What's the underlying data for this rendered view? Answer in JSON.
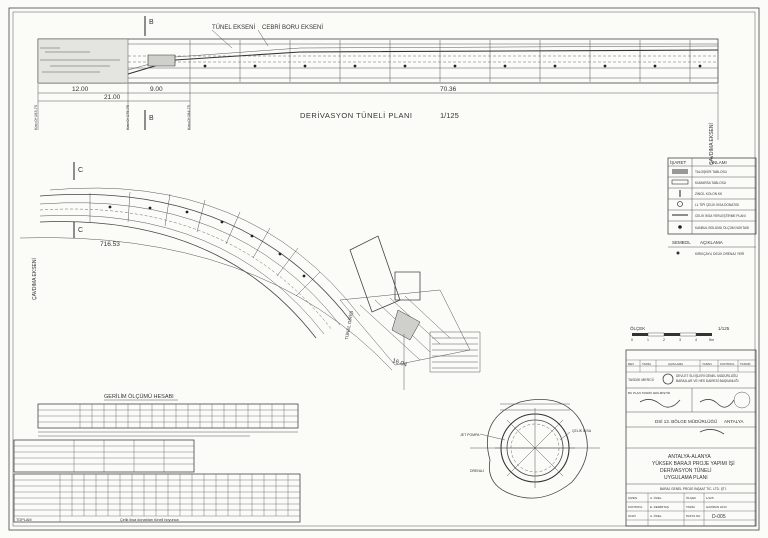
{
  "plan_top": {
    "title": "DERİVASYON TÜNELİ PLANI",
    "scale": "1/125",
    "label_tunnel_axis": "TÜNEL EKSENİ",
    "label_penstock_axis": "CEBRİ BORU EKSENİ",
    "label_river_axis": "ÇAVDIMA EKSENİ",
    "section_b": "B",
    "km_left": "Km=0+163.75",
    "km_mid": "Km=0+175.75",
    "km_right": "Km=0+184.75",
    "dim_1": "12.00",
    "dim_2": "9.00",
    "dim_3": "21.00",
    "dim_4": "70.36"
  },
  "plan_curve": {
    "section_c": "C",
    "label_river_axis": "ÇAVDIMA EKSENİ",
    "dim_curve": "716.53",
    "dim_end": "16.04",
    "label_tunnel_mouth": "TÜNEL GİRİŞİ"
  },
  "legend": {
    "col_symbol": "İŞARET",
    "col_meaning": "ANLAMI",
    "rows": [
      "TALOŞKİRİ TABLOSU",
      "KUMARSA TABLOSU",
      "ZİNCİL KOLON KK",
      "L1 TİPİ ÇELİK İKSA DONATISI",
      "CELİK İKSA YERLEŞTİRME PLANI",
      "KANBUL BÖLÜMÜ ÖLÇÜM NOKTASI"
    ],
    "col_symbol2": "SEMBOL",
    "col_description": "AÇIKLAMA",
    "row2": "KIRIKÇAYLI DELİK DRENAJ YERİ"
  },
  "scale_bar": {
    "label_left": "ÖLÇEK",
    "label_right": "1/125",
    "ticks": [
      "0",
      "1",
      "2",
      "3",
      "4",
      "5m"
    ]
  },
  "stress_table": {
    "title": "GERİLİM ÖLÇÜMÜ HESABI"
  },
  "notes_table": {
    "footer_left": "TOPLAM",
    "footer_right": "Çelik iksa donatıları tüneli boyunca"
  },
  "section_circle": {
    "label_a": "JET POMPA",
    "label_b": "ÇELİK İKSA",
    "label_c": "DRENAJ"
  },
  "title_block": {
    "rev_cols": [
      "REV",
      "TARİH",
      "AÇIKLAMA",
      "YAPAN",
      "KONTROL",
      "TASDİK"
    ],
    "owner_label": "TASDİK MERCİİ",
    "owner": "BU PLAN TASDİK EDİLMİŞTİR",
    "org_line1": "DEVLET SU İŞLERİ GENEL MÜDÜRLÜĞÜ",
    "org_line2": "BARAJLAR VE HES DAİRESİ BAŞKANLIĞI",
    "region": "DSİ 13. BÖLGE MÜDÜRLÜĞÜ",
    "city": "ANTALYA",
    "project_line1": "ANTALYA-ALANYA",
    "project_line2": "YÜKSEK BARAJI PROJE YAPIMI İŞİ",
    "project_line3": "DERİVASYON TÜNELİ",
    "project_line4": "UYGULAMA PLANI",
    "company": "BARAJ GENEL PROJE İNŞAAT TİC. LTD. ŞTİ.",
    "drawn_label": "ÇİZEN",
    "drawn_by": "A. ÖZEL",
    "checked_label": "KONTROL",
    "checked_by": "E. DEMİRTAŞ",
    "approved_label": "ONAY",
    "approved_by": "A. ÖZEL",
    "scale_label": "ÖLÇEK",
    "scale_value": "1/125",
    "date_label": "TARİH",
    "date_value": "HAZİRAN 2013",
    "sheet_label": "PAFTA NO",
    "sheet_no": "D-005"
  }
}
